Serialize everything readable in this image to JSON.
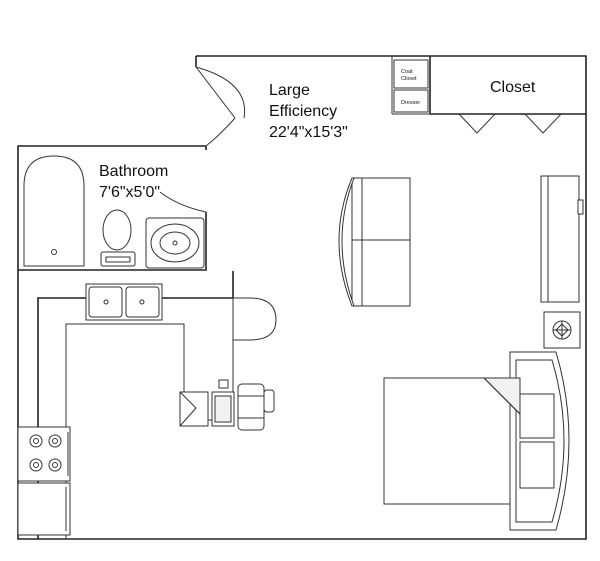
{
  "rooms": {
    "main": {
      "name_line1": "Large",
      "name_line2": "Efficiency",
      "dimensions": "22'4\"x15'3\""
    },
    "bathroom": {
      "name": "Bathroom",
      "dimensions": "7'6\"x5'0\""
    },
    "closet": {
      "name": "Closet"
    },
    "coat_closet": {
      "line1": "Coat",
      "line2": "Closet"
    },
    "dresser": {
      "name": "Dresser"
    }
  }
}
